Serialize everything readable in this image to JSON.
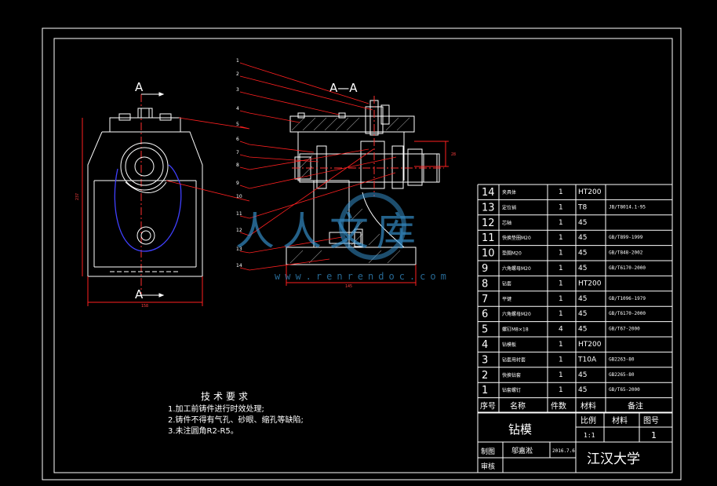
{
  "section_labels": {
    "left_top": "A",
    "left_bottom": "A",
    "section_view": "A—A"
  },
  "balloons": [
    "1",
    "2",
    "3",
    "4",
    "5",
    "6",
    "7",
    "8",
    "9",
    "10",
    "11",
    "12",
    "13",
    "14"
  ],
  "dimensions": {
    "height_left": "237",
    "width_left": "158",
    "width_right": "145",
    "gap_right": "28"
  },
  "bom": [
    {
      "no": "14",
      "name": "夹具体",
      "qty": "1",
      "mat": "HT200",
      "note": ""
    },
    {
      "no": "13",
      "name": "定位销",
      "qty": "1",
      "mat": "T8",
      "note": "JB/T8014.1-95"
    },
    {
      "no": "12",
      "name": "芯轴",
      "qty": "1",
      "mat": "45",
      "note": ""
    },
    {
      "no": "11",
      "name": "快换垫圈M20",
      "qty": "1",
      "mat": "45",
      "note": "GB/T899-1999"
    },
    {
      "no": "10",
      "name": "垫圈M20",
      "qty": "1",
      "mat": "45",
      "note": "GB/T848-2002"
    },
    {
      "no": "9",
      "name": "六角螺母M20",
      "qty": "1",
      "mat": "45",
      "note": "GB/T6170-2000"
    },
    {
      "no": "8",
      "name": "钻套",
      "qty": "1",
      "mat": "HT200",
      "note": ""
    },
    {
      "no": "7",
      "name": "平键",
      "qty": "1",
      "mat": "45",
      "note": "GB/T1096-1979"
    },
    {
      "no": "6",
      "name": "六角螺母M20",
      "qty": "1",
      "mat": "45",
      "note": "GB/T6170-2000"
    },
    {
      "no": "5",
      "name": "螺钉M8×18",
      "qty": "4",
      "mat": "45",
      "note": "GB/T67-2000"
    },
    {
      "no": "4",
      "name": "钻模板",
      "qty": "1",
      "mat": "HT200",
      "note": ""
    },
    {
      "no": "3",
      "name": "钻套用衬套",
      "qty": "1",
      "mat": "T10A",
      "note": "GB2263-80"
    },
    {
      "no": "2",
      "name": "快换钻套",
      "qty": "1",
      "mat": "45",
      "note": "GB2265-80"
    },
    {
      "no": "1",
      "name": "钻套螺钉",
      "qty": "1",
      "mat": "45",
      "note": "GB/T65-2000"
    }
  ],
  "bom_header": {
    "no": "序号",
    "name": "名称",
    "qty": "件数",
    "mat": "材料",
    "note": "备注"
  },
  "title_block": {
    "title": "钻模",
    "scale_label": "比例",
    "material_label": "材料",
    "drawing_no_label": "图号",
    "scale": "1:1",
    "sheet_no": "1",
    "drawn_label": "制图",
    "drawn_by": "邬嘉淞",
    "date": "2016.7.6",
    "check_label": "审核",
    "school": "江汉大学"
  },
  "tech_requirements": {
    "title": "技术要求",
    "items": [
      "1.加工前铸件进行时效处理;",
      "2.铸件不得有气孔、砂眼、缩孔等缺陷;",
      "3.未注圆角R2-R5。"
    ]
  },
  "watermark": {
    "logo": "人人文库",
    "url": "www.renrendoc.com"
  },
  "colors": {
    "background": "#000000",
    "line": "#ffffff",
    "leader": "#ff2020",
    "hatch": "#4040ff",
    "centerline": "#ff3030",
    "table": "#ffffff",
    "watermark": "#3a9ad9",
    "green_text": "#3fae3f"
  }
}
